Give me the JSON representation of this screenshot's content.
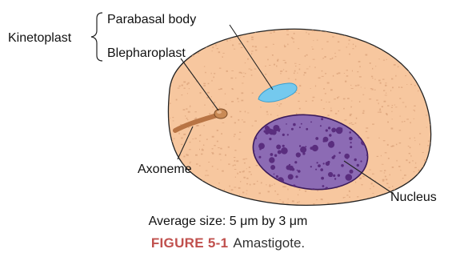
{
  "labels": {
    "kinetoplast": "Kinetoplast",
    "parabasal_body": "Parabasal body",
    "blepharoplast": "Blepharoplast",
    "axoneme": "Axoneme",
    "nucleus": "Nucleus"
  },
  "caption": {
    "size_text": "Average size: 5 μm by 3 μm",
    "figure_label": "FIGURE 5-1",
    "figure_title": "Amastigote."
  },
  "colors": {
    "cytoplasm": "#f7c79f",
    "cytoplasm_speckle": "#d9a27a",
    "parabasal_body": "#74c9ee",
    "nucleus": "#8c6bb4",
    "nucleus_dots": "#5a2d7e",
    "blepharoplast": "#c98a55",
    "axoneme": "#b87444",
    "figure_label": "#c0504d"
  }
}
